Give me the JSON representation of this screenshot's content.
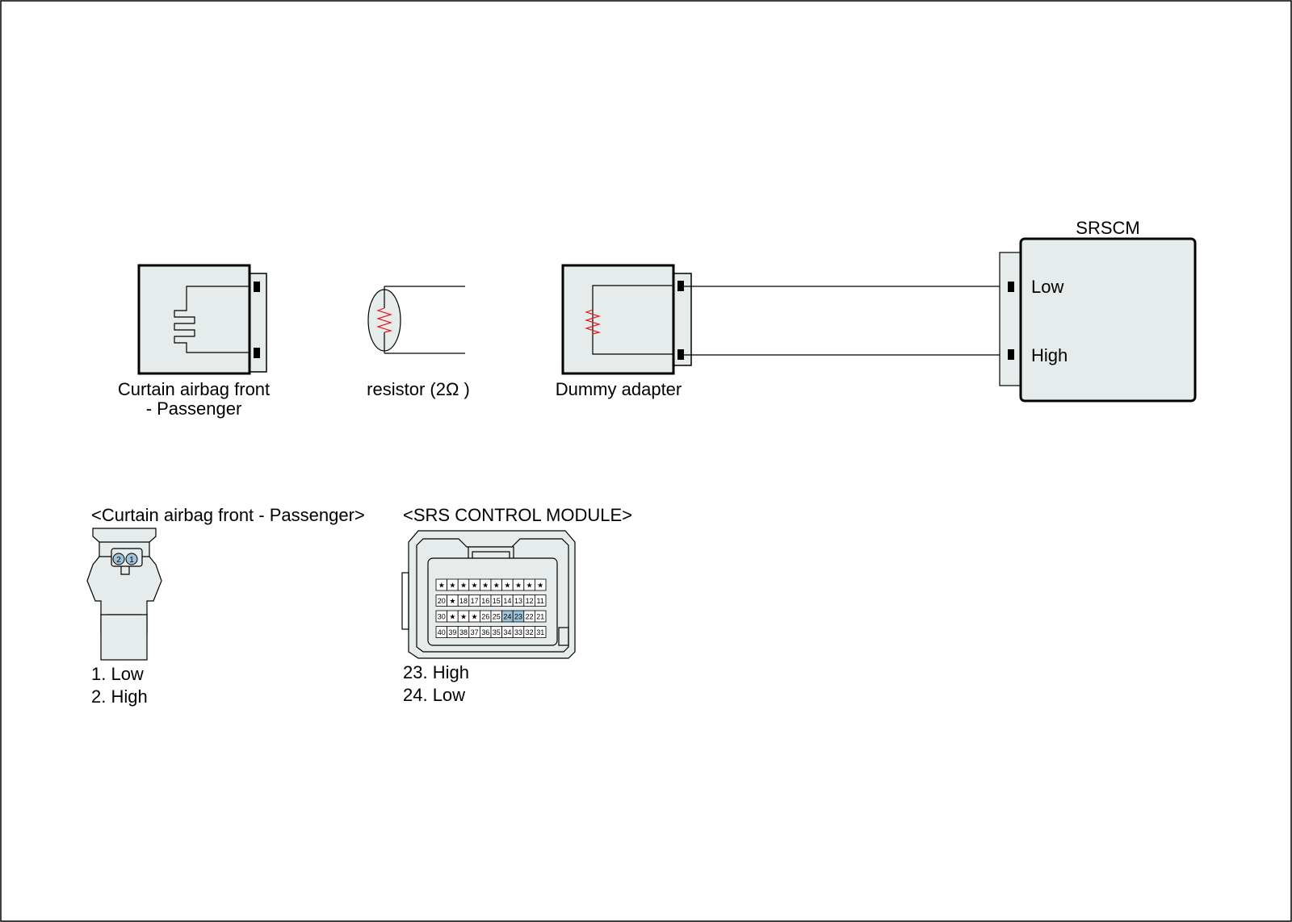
{
  "components": {
    "curtain_airbag": {
      "label_line1": "Curtain airbag front",
      "label_line2": "- Passenger"
    },
    "resistor": {
      "label": "resistor (2Ω )"
    },
    "dummy_adapter": {
      "label": "Dummy adapter"
    },
    "srscm": {
      "title": "SRSCM",
      "pin_low": "Low",
      "pin_high": "High"
    }
  },
  "connector_views": {
    "curtain": {
      "title": "<Curtain airbag front - Passenger>",
      "pins": [
        "2",
        "1"
      ],
      "legend": [
        "1. Low",
        "2. High"
      ]
    },
    "srs_module": {
      "title": "<SRS CONTROL MODULE>",
      "rows": [
        [
          "★",
          "★",
          "★",
          "★",
          "★",
          "★",
          "★",
          "★",
          "★",
          "★"
        ],
        [
          "20",
          "★",
          "18",
          "17",
          "16",
          "15",
          "14",
          "13",
          "12",
          "11"
        ],
        [
          "30",
          "★",
          "★",
          "★",
          "26",
          "25",
          "24",
          "23",
          "22",
          "21"
        ],
        [
          "40",
          "39",
          "38",
          "37",
          "36",
          "35",
          "34",
          "33",
          "32",
          "31"
        ]
      ],
      "highlight": [
        "24",
        "23"
      ],
      "legend": [
        "23. High",
        "24. Low"
      ]
    }
  },
  "colors": {
    "connector_fill": "#e6ecec",
    "highlight_fill": "#9ec4dc",
    "resistor": "#e02020",
    "line": "#000000"
  }
}
